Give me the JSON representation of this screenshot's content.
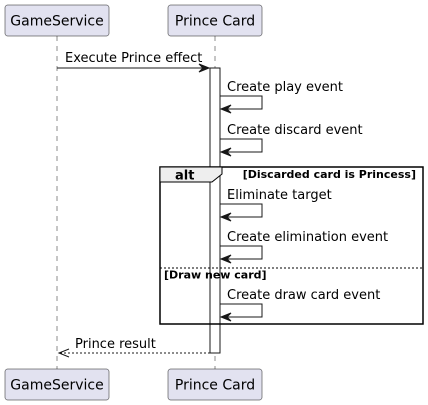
{
  "participants": [
    {
      "id": "gameservice",
      "label": "GameService"
    },
    {
      "id": "princecard",
      "label": "Prince Card"
    }
  ],
  "messages": [
    {
      "id": "execute",
      "label": "Execute Prince effect"
    },
    {
      "id": "create_play",
      "label": "Create play event"
    },
    {
      "id": "create_discard",
      "label": "Create discard event"
    },
    {
      "id": "eliminate",
      "label": "Eliminate target"
    },
    {
      "id": "create_elimination",
      "label": "Create elimination event"
    },
    {
      "id": "create_draw",
      "label": "Create draw card event"
    },
    {
      "id": "result",
      "label": "Prince result"
    }
  ],
  "fragment": {
    "keyword": "alt",
    "guard": "[Discarded card is Princess]",
    "else_guard": "[Draw new card]"
  },
  "colors": {
    "participant_fill": "#e2e2f0",
    "line": "#181818",
    "fragment_tab": "#eeeeee"
  }
}
